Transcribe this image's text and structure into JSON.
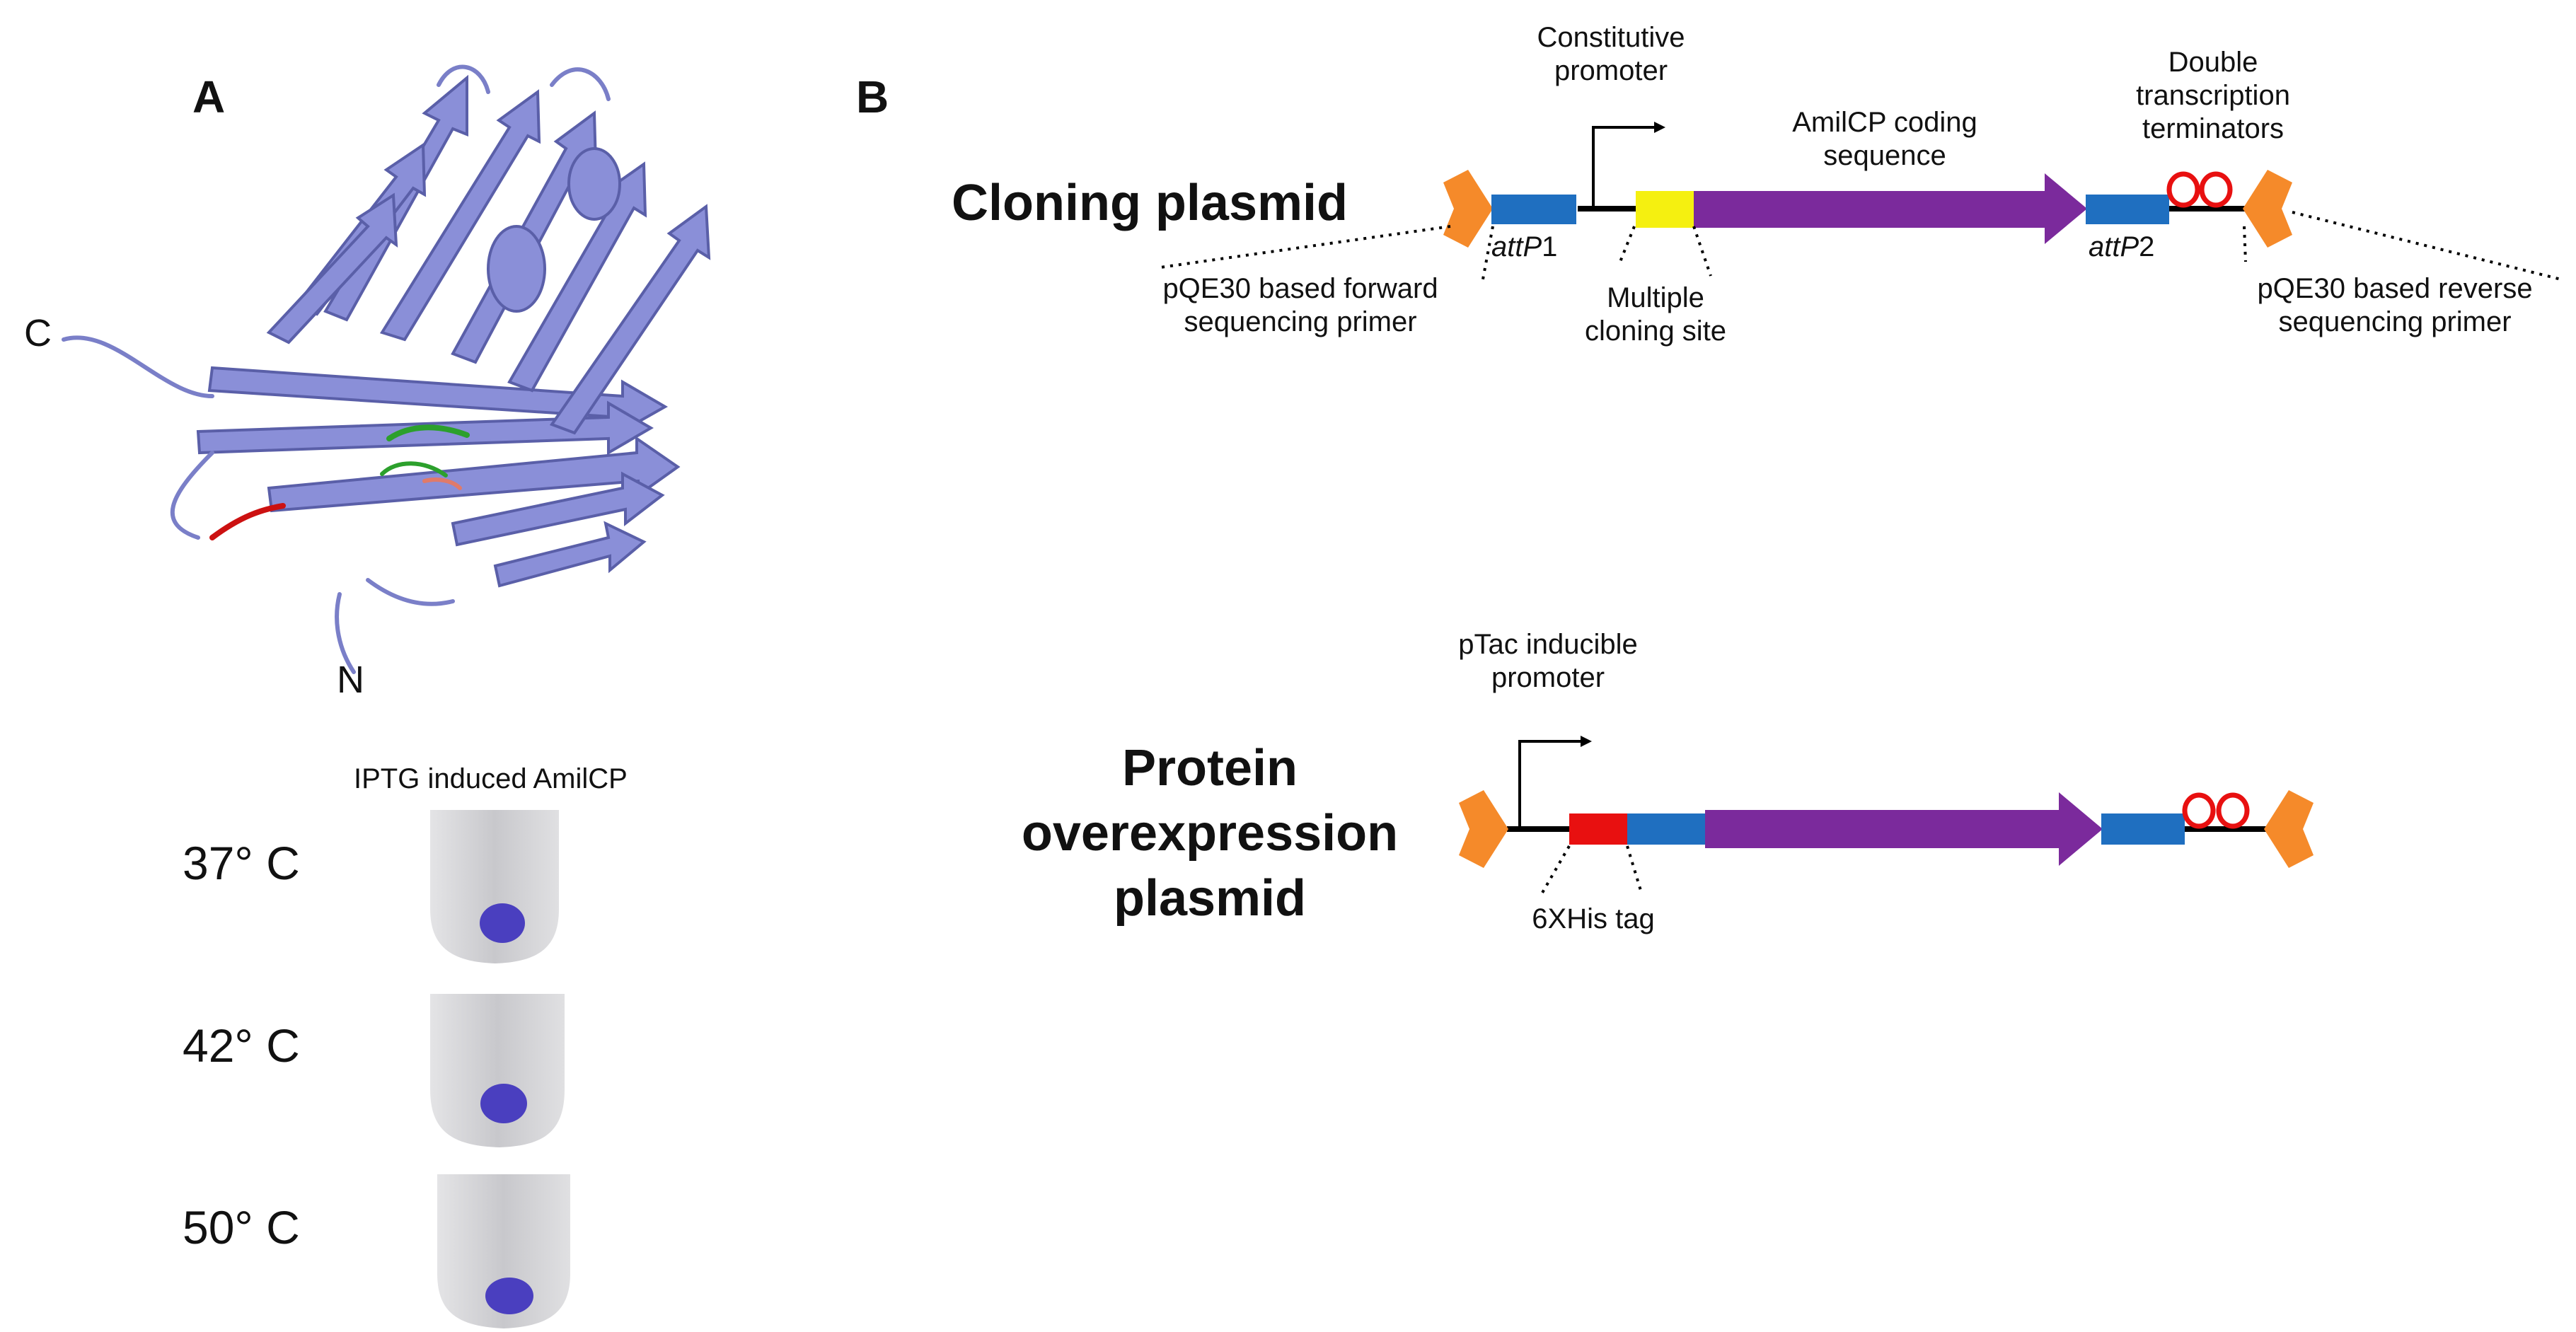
{
  "panel_a": {
    "letter": "A",
    "protein_structure": {
      "c_terminus_label": "C",
      "n_terminus_label": "N",
      "ribbon_color": "#8a8fd8",
      "loop_colors": [
        "#2ca02c",
        "#cc1111",
        "#e07a6a"
      ]
    },
    "tubes": {
      "header": "IPTG induced AmilCP",
      "pellet_color": "#4a3fbf",
      "temperatures": [
        "37° C",
        "42° C",
        "50° C"
      ]
    }
  },
  "panel_b": {
    "letter": "B",
    "cloning_plasmid": {
      "title": "Cloning plasmid",
      "constitutive_promoter": [
        "Constitutive",
        "promoter"
      ],
      "coding_sequence": [
        "AmilCP coding",
        "sequence"
      ],
      "terminators": [
        "Double",
        "transcription",
        "terminators"
      ],
      "attp1_prefix": "attP",
      "attp1_suffix": "1",
      "attp2_prefix": "attP",
      "attp2_suffix": "2",
      "forward_primer": [
        "pQE30 based forward",
        "sequencing primer"
      ],
      "mcs": [
        "Multiple",
        "cloning site"
      ],
      "reverse_primer": [
        "pQE30 based reverse",
        "sequencing primer"
      ]
    },
    "expression_plasmid": {
      "title": [
        "Protein",
        "overexpression",
        "plasmid"
      ],
      "ptac_promoter": [
        "pTac inducible",
        "promoter"
      ],
      "his_tag": "6XHis tag"
    },
    "colors": {
      "primer": "#f58a2a",
      "att_site": "#1f6fc0",
      "mcs": "#f5f010",
      "coding": "#7b2a9c",
      "his_tag": "#e81010",
      "terminator": "#e81010"
    }
  }
}
